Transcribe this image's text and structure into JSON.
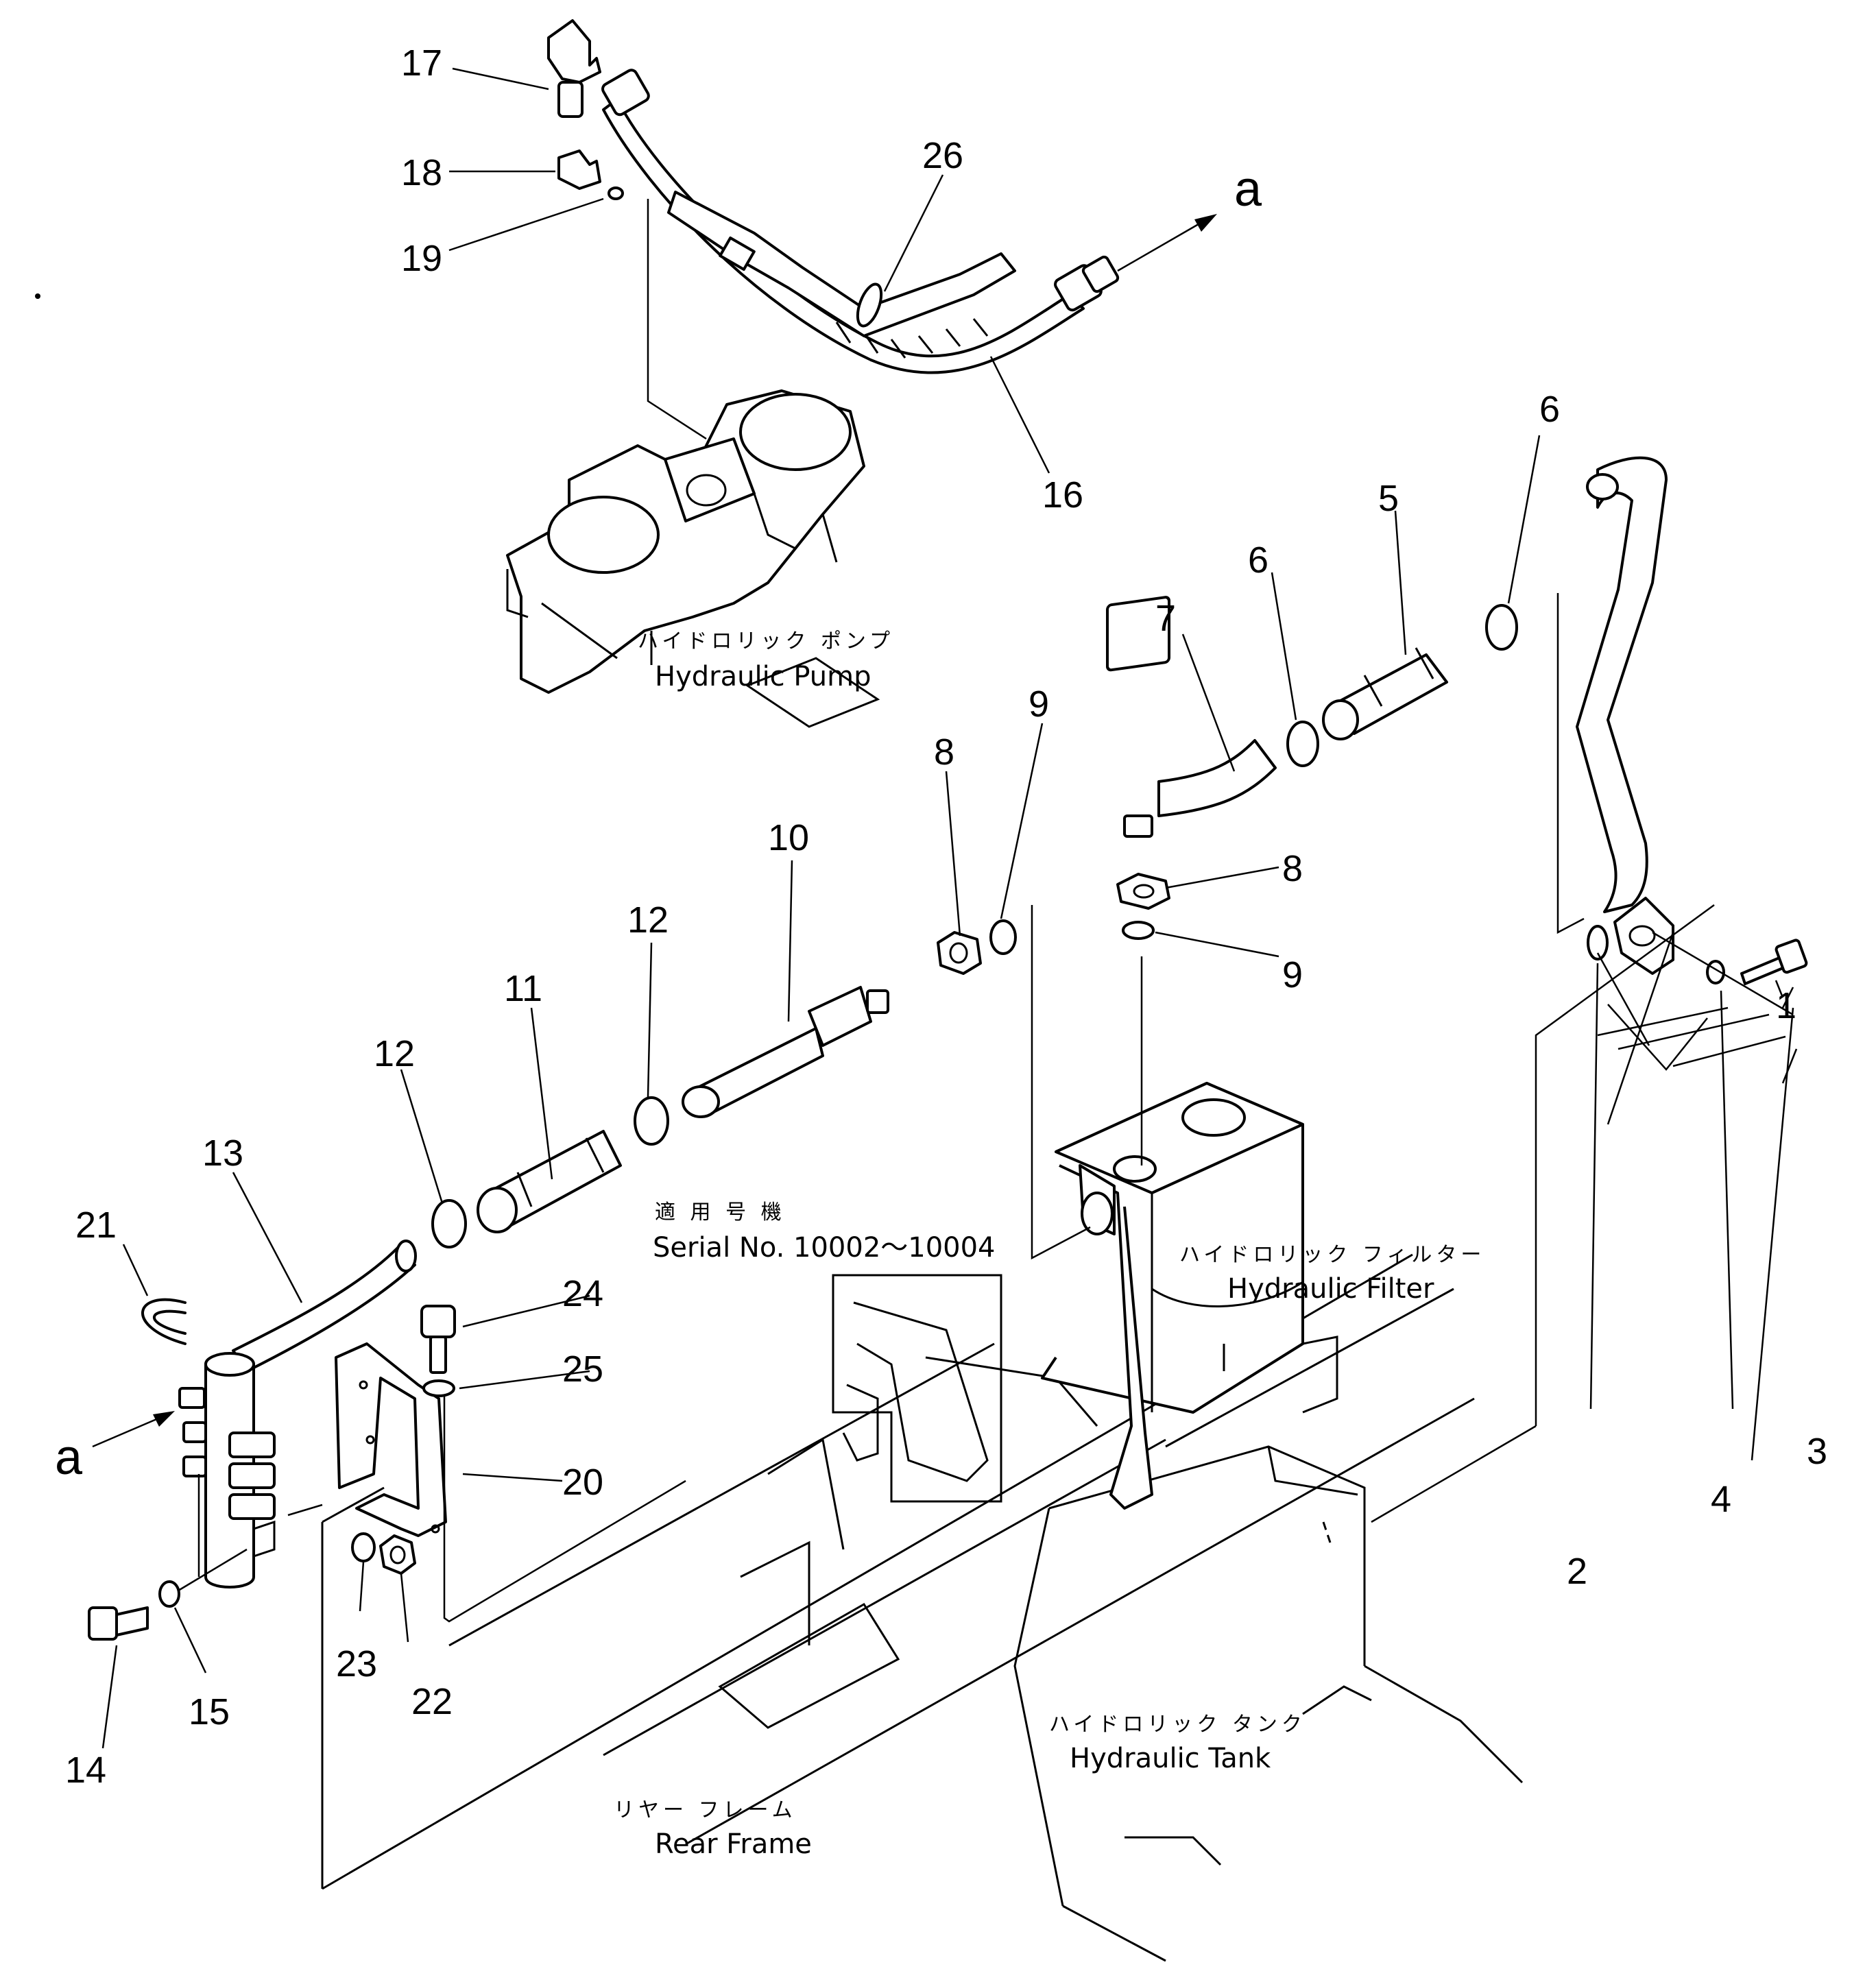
{
  "labels": {
    "pump_jp": "ハイドロリック ポンプ",
    "pump_en": "Hydraulic Pump",
    "filter_jp": "ハイドロリック フィルター",
    "filter_en": "Hydraulic Filter",
    "tank_jp": "ハイドロリック タンク",
    "tank_en": "Hydraulic Tank",
    "frame_jp": "リヤー フレーム",
    "frame_en": "Rear Frame",
    "serial_jp": "適 用 号 機",
    "serial_en": "Serial No. 10002〜10004"
  },
  "connectors": {
    "a_top": "a",
    "a_left": "a"
  },
  "callouts": {
    "c1": "1",
    "c2": "2",
    "c3": "3",
    "c4": "4",
    "c5": "5",
    "c6a": "6",
    "c6b": "6",
    "c7": "7",
    "c8a": "8",
    "c8b": "8",
    "c9a": "9",
    "c9b": "9",
    "c10": "10",
    "c11": "11",
    "c12a": "12",
    "c12b": "12",
    "c13": "13",
    "c14": "14",
    "c15": "15",
    "c16": "16",
    "c17": "17",
    "c18": "18",
    "c19": "19",
    "c20": "20",
    "c21": "21",
    "c22": "22",
    "c23": "23",
    "c24": "24",
    "c25": "25",
    "c26": "26"
  }
}
